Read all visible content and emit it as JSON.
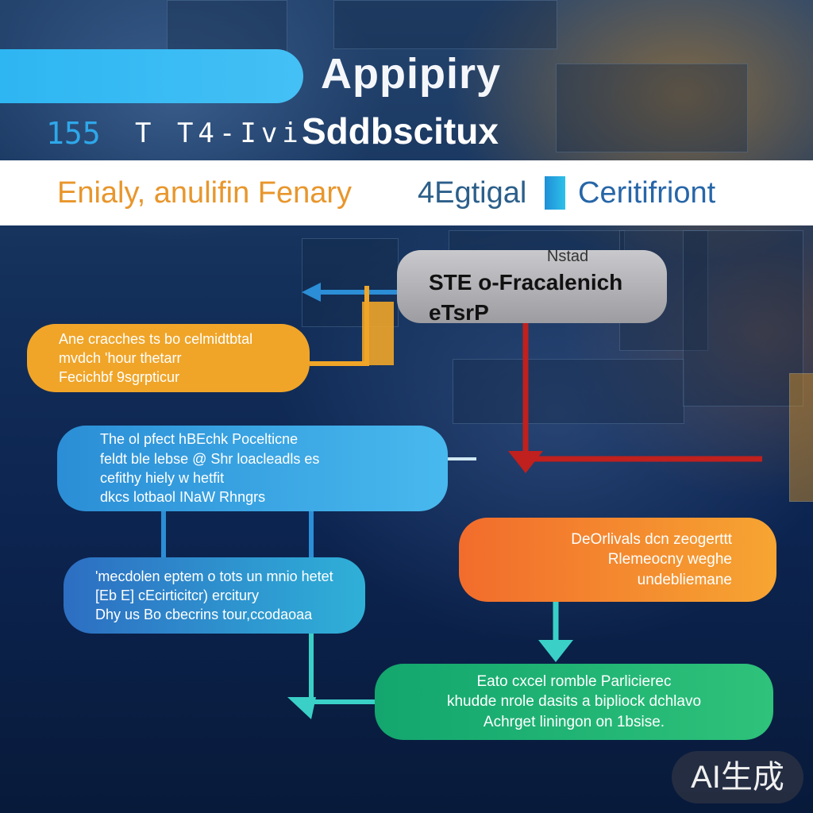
{
  "header": {
    "title_line1": "Appipiry",
    "subtitle_numbers": "155",
    "subtitle_code": "T T4-Ivi",
    "title_line2": "Sddbscitux"
  },
  "banner": {
    "left_text": "Enialy, anulifin Fenary",
    "mid_text": "4Egtigal",
    "right_text": "Ceritifriont"
  },
  "nodes": {
    "gray_top": {
      "line1": "Nstad",
      "line2": "STE   o-Fracalenich eTsrP"
    },
    "orange_left": [
      "Ane cracches ts bo celmidtbtal",
      "mvdch 'hour thetarr",
      "Fecichbf 9sgrpticur"
    ],
    "blue_mid": [
      "The ol pfect hBEchk Pocelticne",
      "feldt ble lebse @ Shr loacleadls es",
      "cefithy hiely w hetfit",
      "dkcs lotbaol INaW Rhngrs"
    ],
    "teal_left": [
      "'mecdolen eptem o tots un mnio hetet",
      "[Eb E] cEcirticitcr) ercitury",
      "Dhy us Bo cbecrins tour,ccodaoaa"
    ],
    "orange_right": [
      "DeOrlivals dcn zeogerttt",
      "Rlemeocny weghe",
      "undebliemane"
    ],
    "green_bottom": [
      "Eato cxcel romble Parlicierec",
      "khudde nrole dasits a bipliock dchlavo",
      "Achrget liningon on 1bsise."
    ]
  },
  "badge": {
    "label": "AI生成"
  },
  "colors": {
    "background": "#0c2450",
    "top_bar": "#2eb6f2",
    "orange": "#f0a528",
    "blue": "#2b8ed6",
    "green": "#13a66e",
    "connector_red": "#c0201e",
    "connector_teal": "#3ad0c8"
  }
}
